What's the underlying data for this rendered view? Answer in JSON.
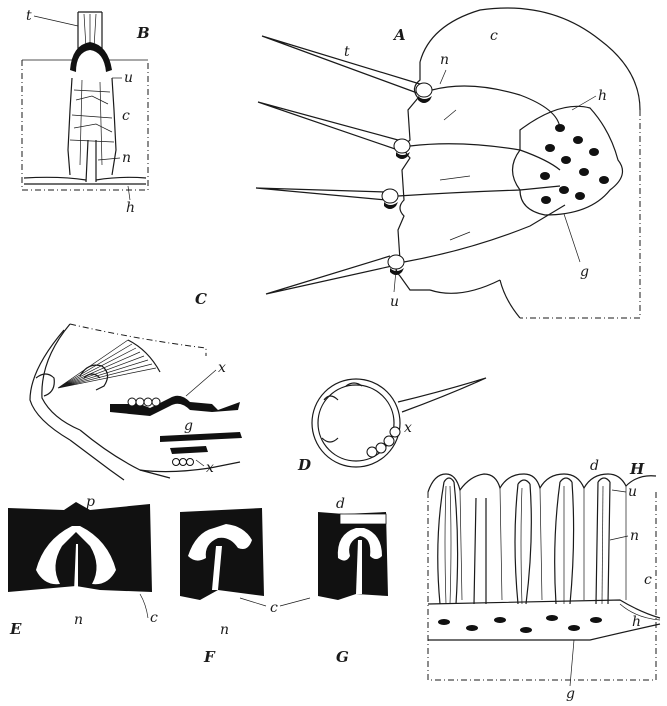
{
  "figures": {
    "A": {
      "label": "A",
      "parts": [
        "t",
        "c",
        "n",
        "h",
        "g",
        "u"
      ]
    },
    "B": {
      "label": "B",
      "parts": [
        "t",
        "u",
        "c",
        "n",
        "h"
      ]
    },
    "C": {
      "label": "C",
      "parts": [
        "x",
        "g",
        "x"
      ]
    },
    "D": {
      "label": "D",
      "parts": [
        "x"
      ]
    },
    "E": {
      "label": "E",
      "parts": [
        "p",
        "n",
        "c"
      ]
    },
    "F": {
      "label": "F",
      "parts": [
        "n"
      ]
    },
    "G": {
      "label": "G",
      "parts": [
        "d",
        "c"
      ]
    },
    "H": {
      "label": "H",
      "parts": [
        "d",
        "u",
        "n",
        "c",
        "h",
        "g"
      ]
    }
  }
}
